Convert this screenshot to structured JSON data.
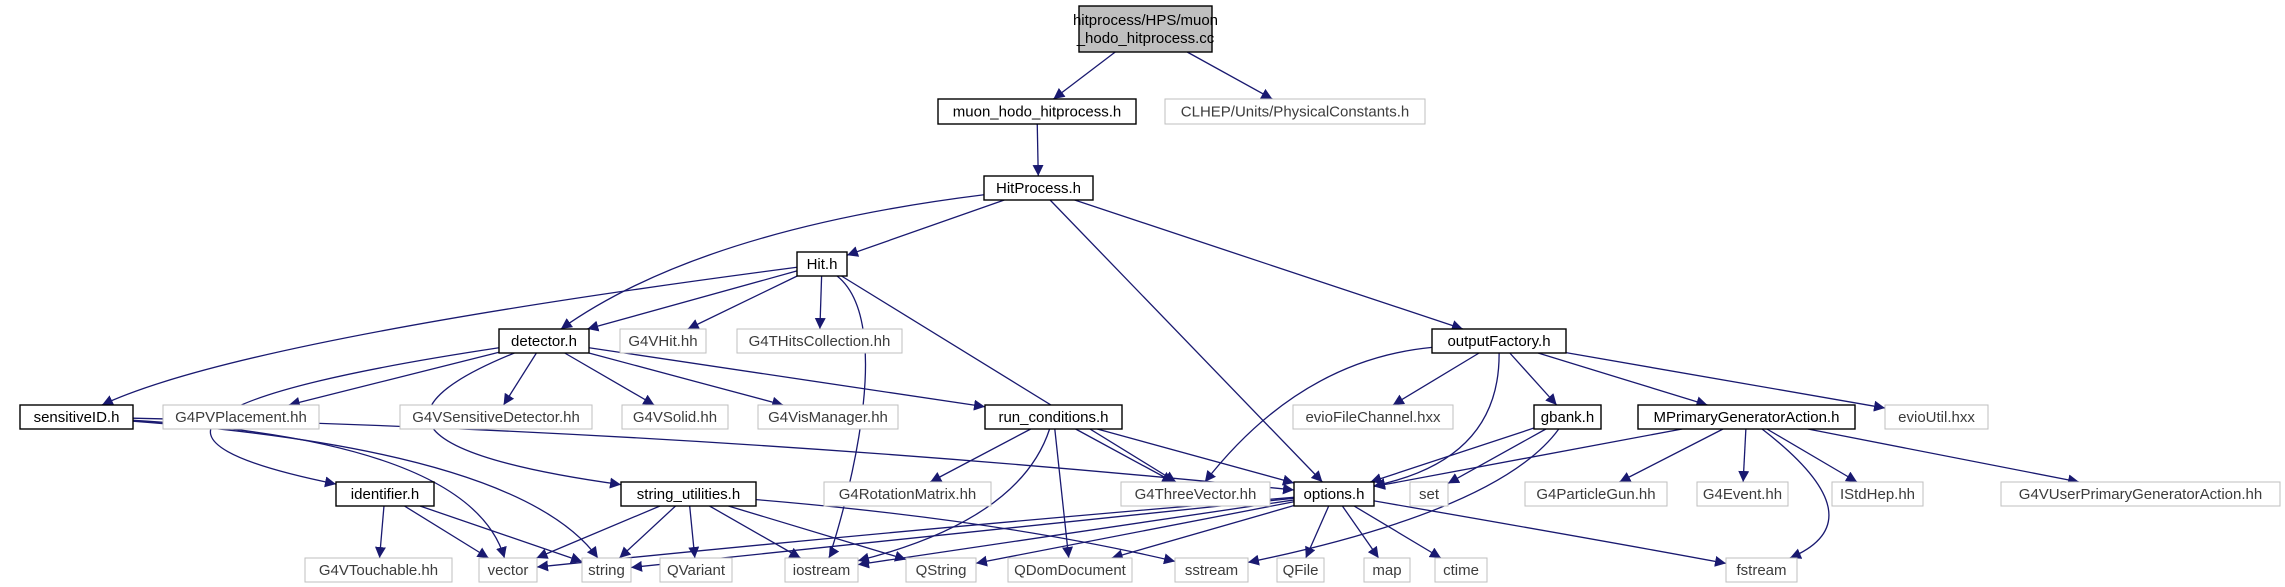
{
  "colors": {
    "edge": "#191970",
    "node_border_local": "#000000",
    "node_border_external": "#bfbfbf",
    "root_fill": "#bfbfbf",
    "node_fill": "#ffffff",
    "text_local": "#000000",
    "text_external": "#3c3c3c"
  },
  "nodes": [
    {
      "id": "root",
      "lines": [
        "hitprocess/HPS/muon",
        "_hodo_hitprocess.cc"
      ],
      "kind": "root"
    },
    {
      "id": "muon_hodo_hitprocess_h",
      "lines": [
        "muon_hodo_hitprocess.h"
      ],
      "kind": "local"
    },
    {
      "id": "physical_constants_h",
      "lines": [
        "CLHEP/Units/PhysicalConstants.h"
      ],
      "kind": "external"
    },
    {
      "id": "hitprocess_h",
      "lines": [
        "HitProcess.h"
      ],
      "kind": "local"
    },
    {
      "id": "hit_h",
      "lines": [
        "Hit.h"
      ],
      "kind": "local"
    },
    {
      "id": "outputfactory_h",
      "lines": [
        "outputFactory.h"
      ],
      "kind": "local"
    },
    {
      "id": "detector_h",
      "lines": [
        "detector.h"
      ],
      "kind": "local"
    },
    {
      "id": "g4vhit_hh",
      "lines": [
        "G4VHit.hh"
      ],
      "kind": "external"
    },
    {
      "id": "g4thitscollection_hh",
      "lines": [
        "G4THitsCollection.hh"
      ],
      "kind": "external"
    },
    {
      "id": "sensitiveid_h",
      "lines": [
        "sensitiveID.h"
      ],
      "kind": "local"
    },
    {
      "id": "g4pvplacement_hh",
      "lines": [
        "G4PVPlacement.hh"
      ],
      "kind": "external"
    },
    {
      "id": "g4vsensitivedetector_hh",
      "lines": [
        "G4VSensitiveDetector.hh"
      ],
      "kind": "external"
    },
    {
      "id": "g4vsolid_hh",
      "lines": [
        "G4VSolid.hh"
      ],
      "kind": "external"
    },
    {
      "id": "g4vismanager_hh",
      "lines": [
        "G4VisManager.hh"
      ],
      "kind": "external"
    },
    {
      "id": "run_conditions_h",
      "lines": [
        "run_conditions.h"
      ],
      "kind": "local"
    },
    {
      "id": "eviofilechannel_hxx",
      "lines": [
        "evioFileChannel.hxx"
      ],
      "kind": "external"
    },
    {
      "id": "gbank_h",
      "lines": [
        "gbank.h"
      ],
      "kind": "local"
    },
    {
      "id": "mprimarygeneratoraction_h",
      "lines": [
        "MPrimaryGeneratorAction.h"
      ],
      "kind": "local"
    },
    {
      "id": "evioutil_hxx",
      "lines": [
        "evioUtil.hxx"
      ],
      "kind": "external"
    },
    {
      "id": "identifier_h",
      "lines": [
        "identifier.h"
      ],
      "kind": "local"
    },
    {
      "id": "string_utilities_h",
      "lines": [
        "string_utilities.h"
      ],
      "kind": "local"
    },
    {
      "id": "g4rotationmatrix_hh",
      "lines": [
        "G4RotationMatrix.hh"
      ],
      "kind": "external"
    },
    {
      "id": "g4threevector_hh",
      "lines": [
        "G4ThreeVector.hh"
      ],
      "kind": "external"
    },
    {
      "id": "options_h",
      "lines": [
        "options.h"
      ],
      "kind": "local"
    },
    {
      "id": "set",
      "lines": [
        "set"
      ],
      "kind": "external"
    },
    {
      "id": "g4particlegun_hh",
      "lines": [
        "G4ParticleGun.hh"
      ],
      "kind": "external"
    },
    {
      "id": "g4event_hh",
      "lines": [
        "G4Event.hh"
      ],
      "kind": "external"
    },
    {
      "id": "istdhep_hh",
      "lines": [
        "IStdHep.hh"
      ],
      "kind": "external"
    },
    {
      "id": "g4vuserprimarygeneratoraction_hh",
      "lines": [
        "G4VUserPrimaryGeneratorAction.hh"
      ],
      "kind": "external"
    },
    {
      "id": "g4vtouchable_hh",
      "lines": [
        "G4VTouchable.hh"
      ],
      "kind": "external"
    },
    {
      "id": "vector",
      "lines": [
        "vector"
      ],
      "kind": "external"
    },
    {
      "id": "string",
      "lines": [
        "string"
      ],
      "kind": "external"
    },
    {
      "id": "qvariant",
      "lines": [
        "QVariant"
      ],
      "kind": "external"
    },
    {
      "id": "iostream",
      "lines": [
        "iostream"
      ],
      "kind": "external"
    },
    {
      "id": "qstring",
      "lines": [
        "QString"
      ],
      "kind": "external"
    },
    {
      "id": "qdomdocument",
      "lines": [
        "QDomDocument"
      ],
      "kind": "external"
    },
    {
      "id": "sstream",
      "lines": [
        "sstream"
      ],
      "kind": "external"
    },
    {
      "id": "qfile",
      "lines": [
        "QFile"
      ],
      "kind": "external"
    },
    {
      "id": "map",
      "lines": [
        "map"
      ],
      "kind": "external"
    },
    {
      "id": "ctime",
      "lines": [
        "ctime"
      ],
      "kind": "external"
    },
    {
      "id": "fstream",
      "lines": [
        "fstream"
      ],
      "kind": "external"
    }
  ],
  "edges": [
    [
      "root",
      "muon_hodo_hitprocess_h"
    ],
    [
      "root",
      "physical_constants_h"
    ],
    [
      "muon_hodo_hitprocess_h",
      "hitprocess_h"
    ],
    [
      "hitprocess_h",
      "hit_h"
    ],
    [
      "hitprocess_h",
      "detector_h"
    ],
    [
      "hitprocess_h",
      "outputfactory_h"
    ],
    [
      "hitprocess_h",
      "options_h"
    ],
    [
      "hit_h",
      "detector_h"
    ],
    [
      "hit_h",
      "g4vhit_hh"
    ],
    [
      "hit_h",
      "g4thitscollection_hh"
    ],
    [
      "hit_h",
      "sensitiveid_h"
    ],
    [
      "hit_h",
      "g4threevector_hh"
    ],
    [
      "hit_h",
      "iostream"
    ],
    [
      "detector_h",
      "g4pvplacement_hh"
    ],
    [
      "detector_h",
      "g4vsensitivedetector_hh"
    ],
    [
      "detector_h",
      "g4vsolid_hh"
    ],
    [
      "detector_h",
      "g4vismanager_hh"
    ],
    [
      "detector_h",
      "run_conditions_h"
    ],
    [
      "detector_h",
      "identifier_h"
    ],
    [
      "detector_h",
      "string_utilities_h"
    ],
    [
      "sensitiveid_h",
      "options_h"
    ],
    [
      "sensitiveid_h",
      "vector"
    ],
    [
      "sensitiveid_h",
      "string"
    ],
    [
      "identifier_h",
      "g4vtouchable_hh"
    ],
    [
      "identifier_h",
      "vector"
    ],
    [
      "identifier_h",
      "string"
    ],
    [
      "string_utilities_h",
      "vector"
    ],
    [
      "string_utilities_h",
      "string"
    ],
    [
      "string_utilities_h",
      "qvariant"
    ],
    [
      "string_utilities_h",
      "iostream"
    ],
    [
      "string_utilities_h",
      "qstring"
    ],
    [
      "string_utilities_h",
      "sstream"
    ],
    [
      "run_conditions_h",
      "g4rotationmatrix_hh"
    ],
    [
      "run_conditions_h",
      "g4threevector_hh"
    ],
    [
      "run_conditions_h",
      "options_h"
    ],
    [
      "run_conditions_h",
      "iostream"
    ],
    [
      "run_conditions_h",
      "qdomdocument"
    ],
    [
      "outputfactory_h",
      "g4threevector_hh"
    ],
    [
      "outputfactory_h",
      "eviofilechannel_hxx"
    ],
    [
      "outputfactory_h",
      "options_h"
    ],
    [
      "outputfactory_h",
      "gbank_h"
    ],
    [
      "outputfactory_h",
      "mprimarygeneratoraction_h"
    ],
    [
      "outputfactory_h",
      "evioutil_hxx"
    ],
    [
      "gbank_h",
      "options_h"
    ],
    [
      "gbank_h",
      "set"
    ],
    [
      "gbank_h",
      "sstream"
    ],
    [
      "mprimarygeneratoraction_h",
      "options_h"
    ],
    [
      "mprimarygeneratoraction_h",
      "g4particlegun_hh"
    ],
    [
      "mprimarygeneratoraction_h",
      "g4event_hh"
    ],
    [
      "mprimarygeneratoraction_h",
      "istdhep_hh"
    ],
    [
      "mprimarygeneratoraction_h",
      "g4vuserprimarygeneratoraction_hh"
    ],
    [
      "mprimarygeneratoraction_h",
      "fstream"
    ],
    [
      "options_h",
      "vector"
    ],
    [
      "options_h",
      "string"
    ],
    [
      "options_h",
      "iostream"
    ],
    [
      "options_h",
      "qstring"
    ],
    [
      "options_h",
      "qdomdocument"
    ],
    [
      "options_h",
      "qfile"
    ],
    [
      "options_h",
      "map"
    ],
    [
      "options_h",
      "ctime"
    ],
    [
      "options_h",
      "fstream"
    ]
  ]
}
